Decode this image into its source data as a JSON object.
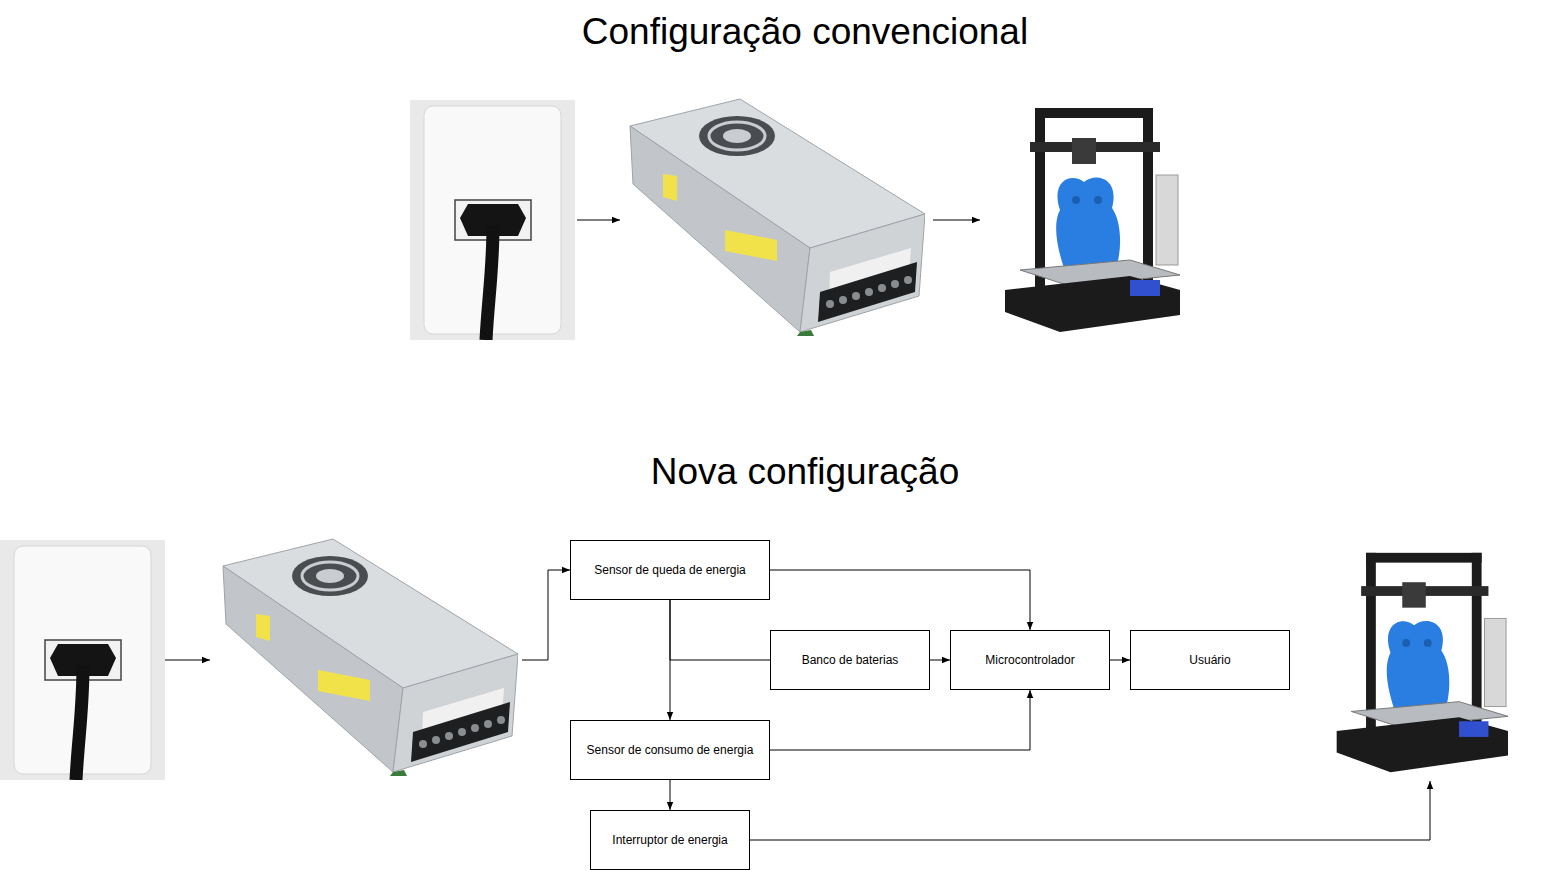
{
  "diagram": {
    "title": "Configuração convencional",
    "nodes": [
      {
        "text": [
          "Sensor de queda de energia"
        ]
      },
      {
        "text": [
          "Banco de baterias"
        ]
      },
      {
        "text": [
          "Microcontrolador"
        ]
      },
      {
        "text": [
          "Usuário"
        ]
      },
      {
        "text": [
          "Sensor de consumo de energia"
        ]
      },
      {
        "text": [
          "Interruptor de energia"
        ]
      }
    ],
    "edges": [
      {
        "from": 0,
        "to": 2,
        "arrow": "to"
      },
      {
        "from": 0,
        "to": 4,
        "arrow": "to"
      },
      {
        "from": 0,
        "to": 1,
        "arrow": "none"
      },
      {
        "from": 1,
        "to": 2,
        "arrow": "to"
      },
      {
        "from": 2,
        "to": 3,
        "arrow": "to"
      },
      {
        "from": 4,
        "to": 2,
        "arrow": "to"
      },
      {
        "from": 4,
        "to": 5,
        "arrow": "to"
      }
    ],
    "labels": [
      "Nova configuração"
    ]
  }
}
